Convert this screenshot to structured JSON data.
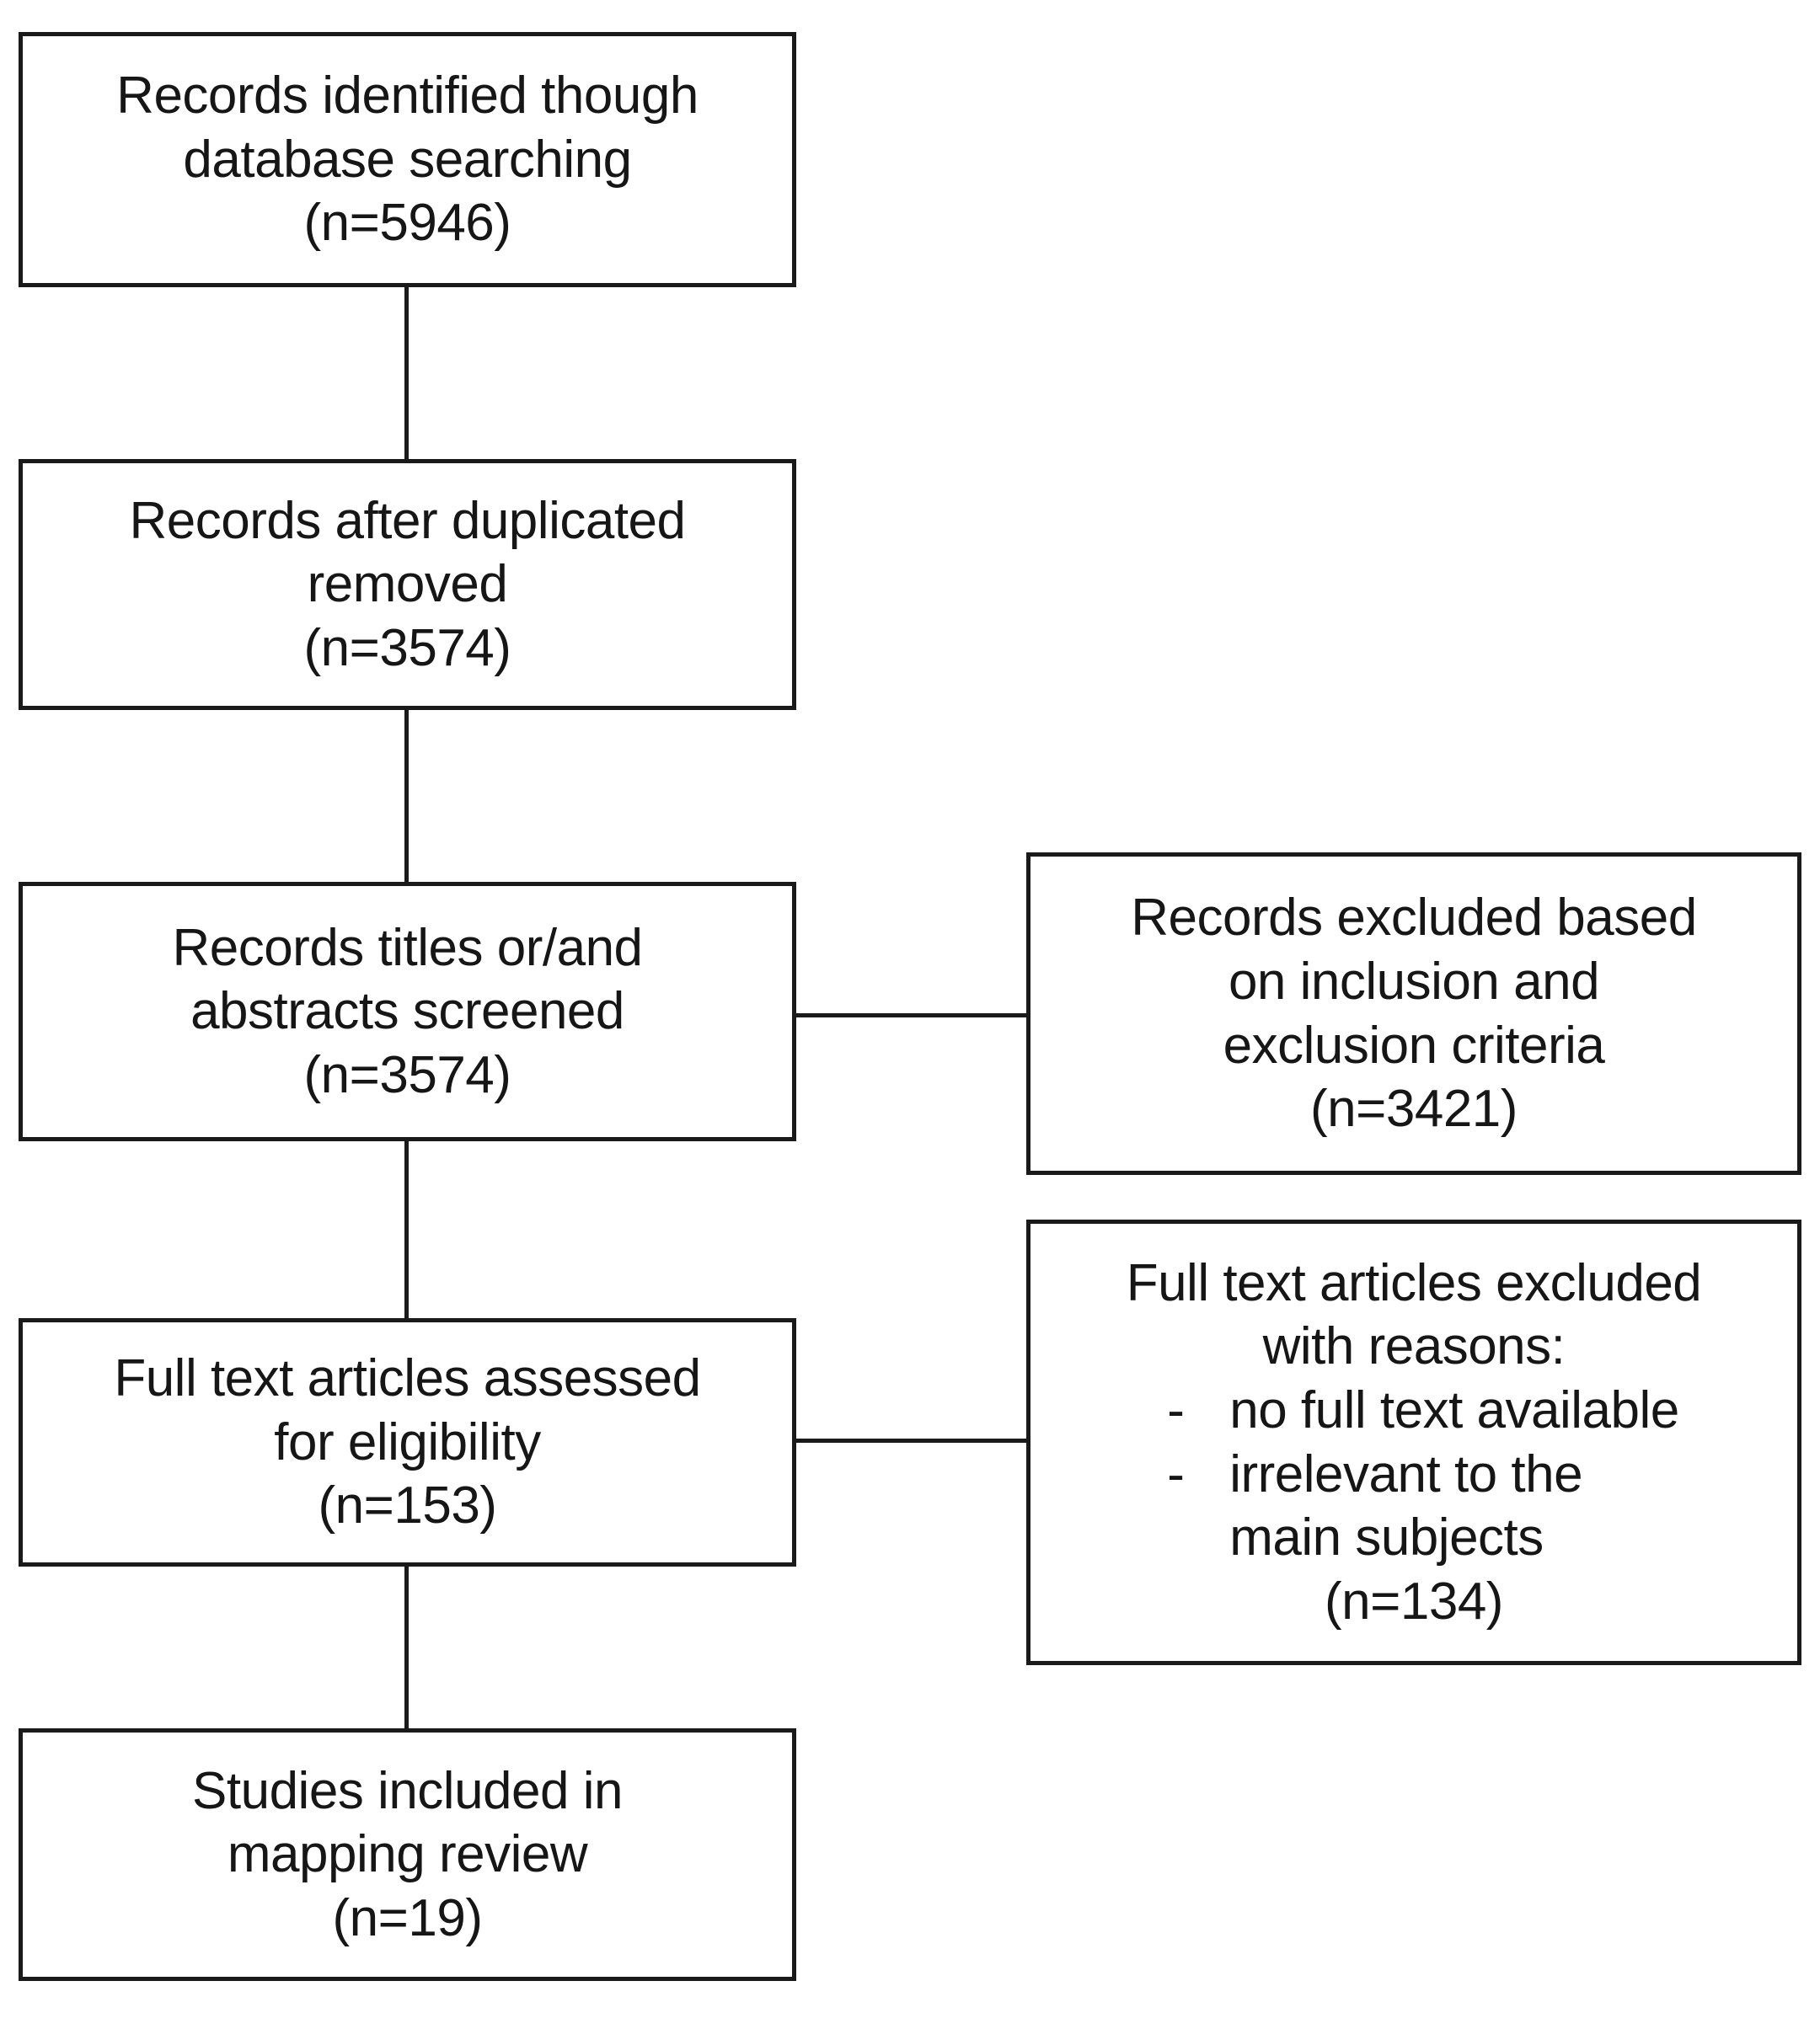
{
  "diagram": {
    "type": "prisma-flow-diagram",
    "colors": {
      "border": "#1a1a1a",
      "text": "#161616",
      "background": "#ffffff"
    },
    "nodes": {
      "identified": {
        "lines": [
          "Records identified though",
          "database searching",
          "(n=5946)"
        ],
        "count": "5946"
      },
      "duplicates": {
        "lines": [
          "Records after duplicated",
          "removed",
          "(n=3574)"
        ],
        "count": "3574"
      },
      "screened": {
        "lines": [
          "Records titles or/and",
          "abstracts screened",
          "(n=3574)"
        ],
        "count": "3574"
      },
      "eligibility": {
        "lines": [
          "Full text articles assessed",
          "for eligibility",
          "(n=153)"
        ],
        "count": "153"
      },
      "included": {
        "lines": [
          "Studies included in",
          "mapping review",
          "(n=19)"
        ],
        "count": "19"
      },
      "excluded_criteria": {
        "lines": [
          "Records excluded based",
          "on inclusion and",
          "exclusion criteria",
          "(n=3421)"
        ],
        "count": "3421"
      },
      "excluded_fulltext": {
        "heading_lines": [
          "Full text articles excluded",
          "with reasons:"
        ],
        "bullet_marker": "-",
        "reasons": [
          {
            "lines": [
              "no full text available"
            ]
          },
          {
            "lines": [
              "irrelevant to the",
              "main subjects"
            ]
          }
        ],
        "total": "(n=134)",
        "count": "134"
      }
    }
  }
}
